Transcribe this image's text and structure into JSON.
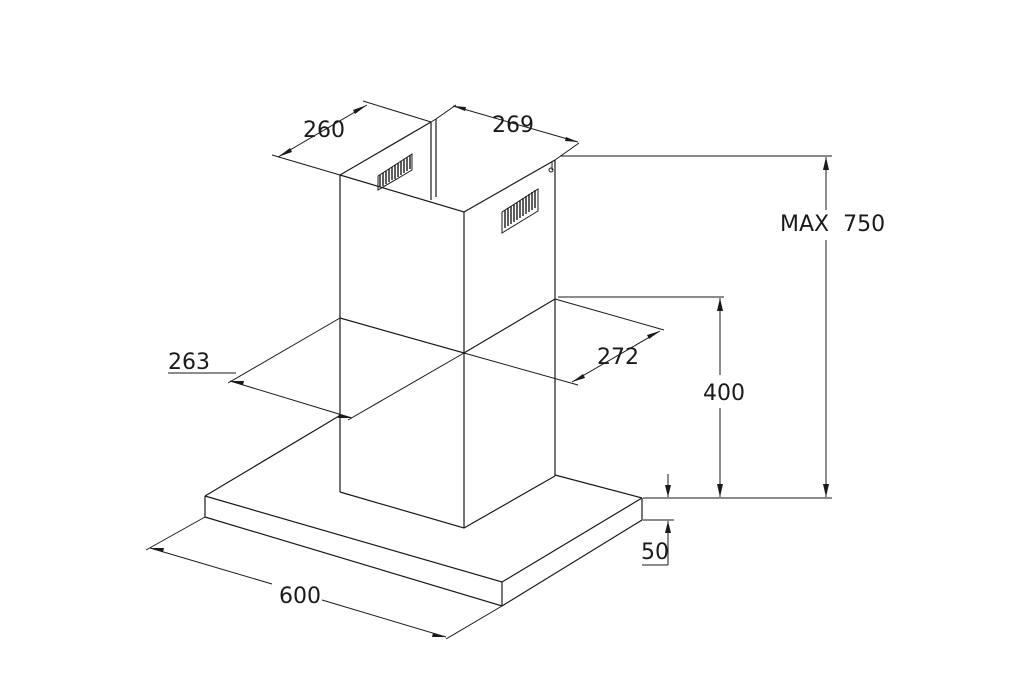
{
  "dimensions": {
    "chimney_depth": "260",
    "chimney_width": "269",
    "max_height": "MAX  750",
    "base_depth": "263",
    "base_width": "272",
    "min_height": "400",
    "canopy_thickness": "50",
    "canopy_width": "600"
  },
  "colors": {
    "line": "#1a1a1a",
    "background": "#ffffff"
  }
}
